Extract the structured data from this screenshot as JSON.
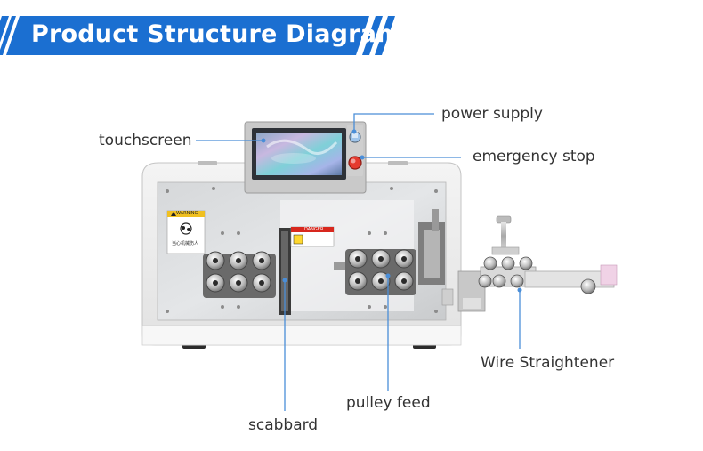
{
  "title": "Product Structure Diagram",
  "labels": {
    "touchscreen": "touchscreen",
    "power_supply": "power supply",
    "emergency_stop": "emergency stop",
    "wire_straightener": "Wire Straightener",
    "pulley_feed": "pulley feed",
    "scabbard": "scabbard"
  },
  "warning_labels": {
    "left_warning": "WARNING",
    "left_caption": "当心机械伤人",
    "danger": "DANGER"
  },
  "colors": {
    "accent": "#1b6fd1",
    "leader_line": "#4a8ed8",
    "label_text": "#333333"
  }
}
